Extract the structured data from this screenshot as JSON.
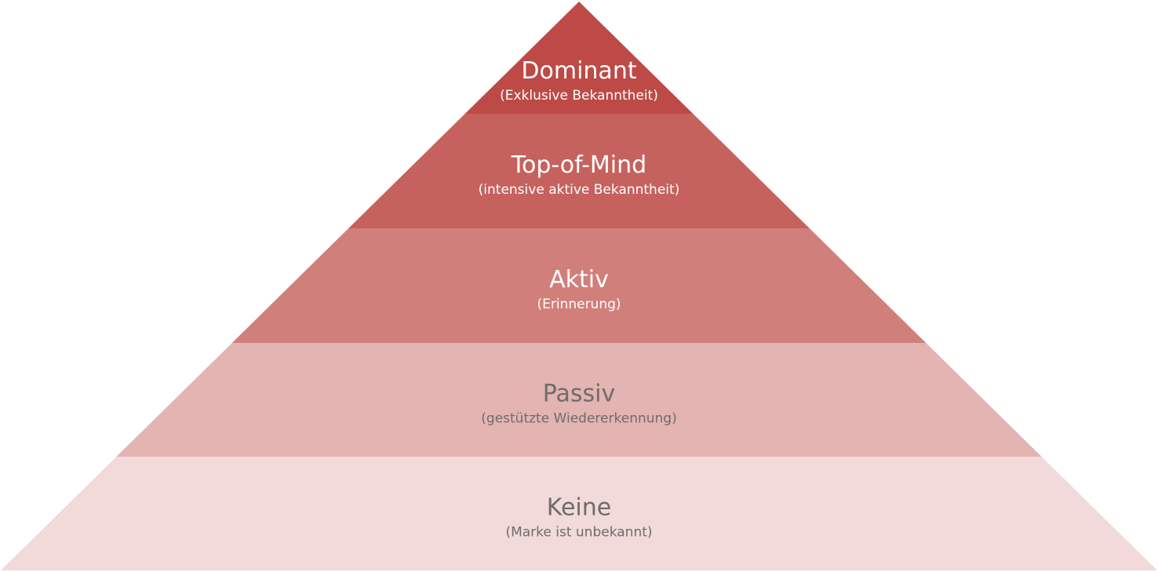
{
  "pyramid": {
    "levels": [
      {
        "title": "Dominant",
        "subtitle": "(Exklusive Bekanntheit)",
        "fill_color": "#bd4a46",
        "text_color": "#ffffff"
      },
      {
        "title": "Top-of-Mind",
        "subtitle": "(intensive aktive Bekanntheit)",
        "fill_color": "#c6625e",
        "text_color": "#ffffff"
      },
      {
        "title": "Aktiv",
        "subtitle": "(Erinnerung)",
        "fill_color": "#d17f7b",
        "text_color": "#ffffff"
      },
      {
        "title": "Passiv",
        "subtitle": "(gestützte Wiedererkennung)",
        "fill_color": "#e3b4b2",
        "text_color": "#6f6c6a"
      },
      {
        "title": "Keine",
        "subtitle": "(Marke ist unbekannt)",
        "fill_color": "#f1dad9",
        "text_color": "#6f6c6a"
      }
    ]
  }
}
